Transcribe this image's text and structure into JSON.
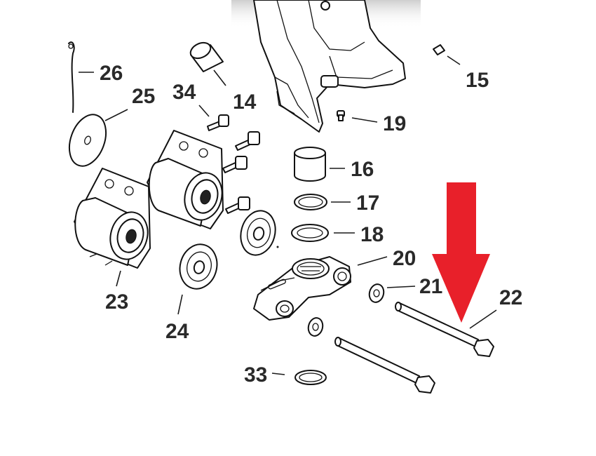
{
  "diagram": {
    "callouts": {
      "p14": "14",
      "p15": "15",
      "p16": "16",
      "p17": "17",
      "p18": "18",
      "p19": "19",
      "p20": "20",
      "p21": "21",
      "p22": "22",
      "p23": "23",
      "p24": "24",
      "p25": "25",
      "p26": "26",
      "p33": "33",
      "p34": "34"
    },
    "highlight_color": "#e8202a",
    "highlight_icon": "red-down-arrow-icon"
  }
}
